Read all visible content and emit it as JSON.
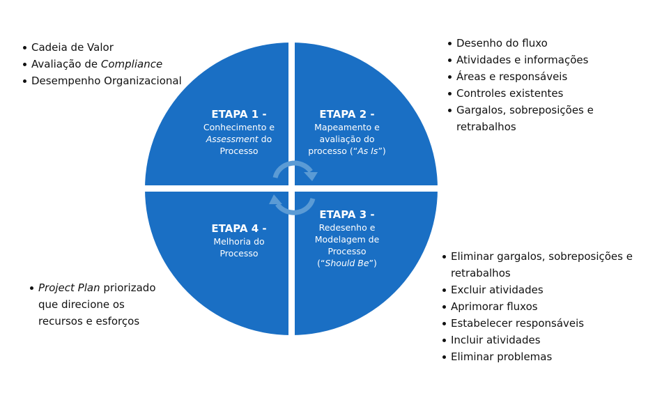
{
  "colors": {
    "quadrant": "#1a6fc4",
    "gap": "#ffffff",
    "arrow": "#5b9bd5"
  },
  "stages": [
    {
      "title": "ETAPA 1 -",
      "desc_lines": [
        "Conhecimento e",
        "|Assessment| do",
        "Processo"
      ]
    },
    {
      "title": "ETAPA 2 -",
      "desc_lines": [
        "Mapeamento e",
        "avaliação do",
        "processo (“|As Is|”)"
      ]
    },
    {
      "title": "ETAPA 3 -",
      "desc_lines": [
        "Redesenho e",
        "Modelagem de",
        "Processo",
        "(“|Should Be|”)"
      ]
    },
    {
      "title": "ETAPA 4 -",
      "desc_lines": [
        "Melhoria do",
        "Processo"
      ]
    }
  ],
  "lists": {
    "top_left": [
      "Cadeia de Valor",
      "Avaliação de |Compliance|",
      "Desempenho Organizacional"
    ],
    "top_right": [
      "Desenho do fluxo",
      "Atividades e informações",
      "Áreas e responsáveis",
      "Controles existentes",
      "Gargalos, sobreposições e\nretrabalhos"
    ],
    "bottom_left": [
      "|Project Plan| priorizado\nque direcione os\nrecursos e esforços"
    ],
    "bottom_right": [
      "Eliminar gargalos, sobreposições e\nretrabalhos",
      "Excluir atividades",
      "Aprimorar fluxos",
      "Estabelecer responsáveis",
      "Incluir atividades",
      "Eliminar problemas"
    ]
  }
}
